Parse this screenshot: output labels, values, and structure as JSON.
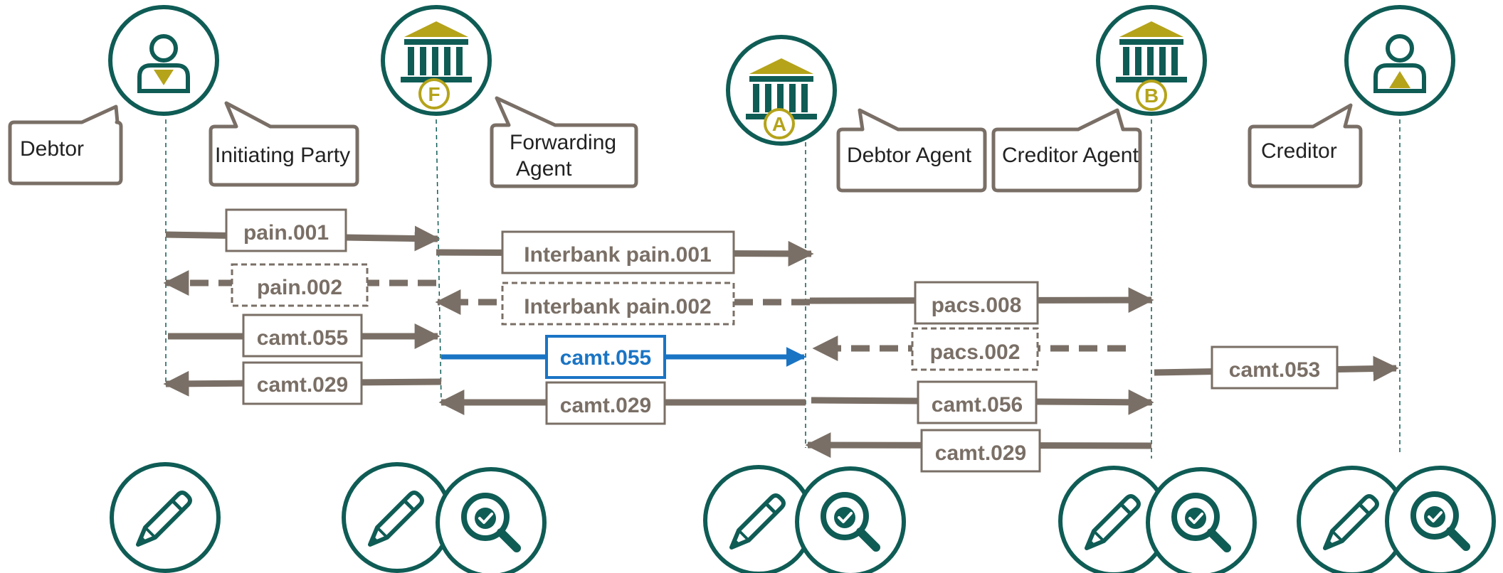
{
  "colors": {
    "teal": "#0f5c55",
    "gold": "#b5a31a",
    "gray_arrow": "#7a6f66",
    "blue_arrow": "#1a74c4",
    "bubble_border": "#7a6f66"
  },
  "participants": [
    {
      "id": "debtor",
      "label_lines": [
        "Debtor"
      ],
      "icon": "person-down-icon",
      "tools": [
        "pencil-icon"
      ]
    },
    {
      "id": "initiating",
      "label_lines": [
        "Initiating Party"
      ]
    },
    {
      "id": "forwarding",
      "label_lines": [
        "Forwarding",
        "Agent"
      ],
      "icon": "bank-icon",
      "badge": "F",
      "tools": [
        "pencil-icon",
        "magnifier-check-icon"
      ]
    },
    {
      "id": "debtor_agent",
      "label_lines": [
        "Debtor Agent"
      ],
      "icon": "bank-icon",
      "badge": "A",
      "tools": [
        "pencil-icon",
        "magnifier-check-icon"
      ]
    },
    {
      "id": "creditor_agent",
      "label_lines": [
        "Creditor Agent"
      ],
      "icon": "bank-icon",
      "badge": "B",
      "tools": [
        "pencil-icon",
        "magnifier-check-icon"
      ]
    },
    {
      "id": "creditor",
      "label_lines": [
        "Creditor"
      ],
      "icon": "person-up-icon",
      "tools": [
        "pencil-icon",
        "magnifier-check-icon"
      ]
    }
  ],
  "messages": [
    {
      "id": "m1",
      "label": "pain.001",
      "style": "solid"
    },
    {
      "id": "m2",
      "label": "Interbank pain.001",
      "style": "solid"
    },
    {
      "id": "m3",
      "label": "pain.002",
      "style": "dashed"
    },
    {
      "id": "m4",
      "label": "Interbank pain.002",
      "style": "dashed"
    },
    {
      "id": "m5",
      "label": "pacs.008",
      "style": "solid"
    },
    {
      "id": "m6",
      "label": "camt.055",
      "style": "solid"
    },
    {
      "id": "m7",
      "label": "camt.055",
      "style": "highlight"
    },
    {
      "id": "m8",
      "label": "pacs.002",
      "style": "dashed"
    },
    {
      "id": "m9",
      "label": "camt.053",
      "style": "solid"
    },
    {
      "id": "m10",
      "label": "camt.029",
      "style": "solid"
    },
    {
      "id": "m11",
      "label": "camt.029",
      "style": "solid"
    },
    {
      "id": "m12",
      "label": "camt.056",
      "style": "solid"
    },
    {
      "id": "m13",
      "label": "camt.029",
      "style": "solid"
    }
  ]
}
